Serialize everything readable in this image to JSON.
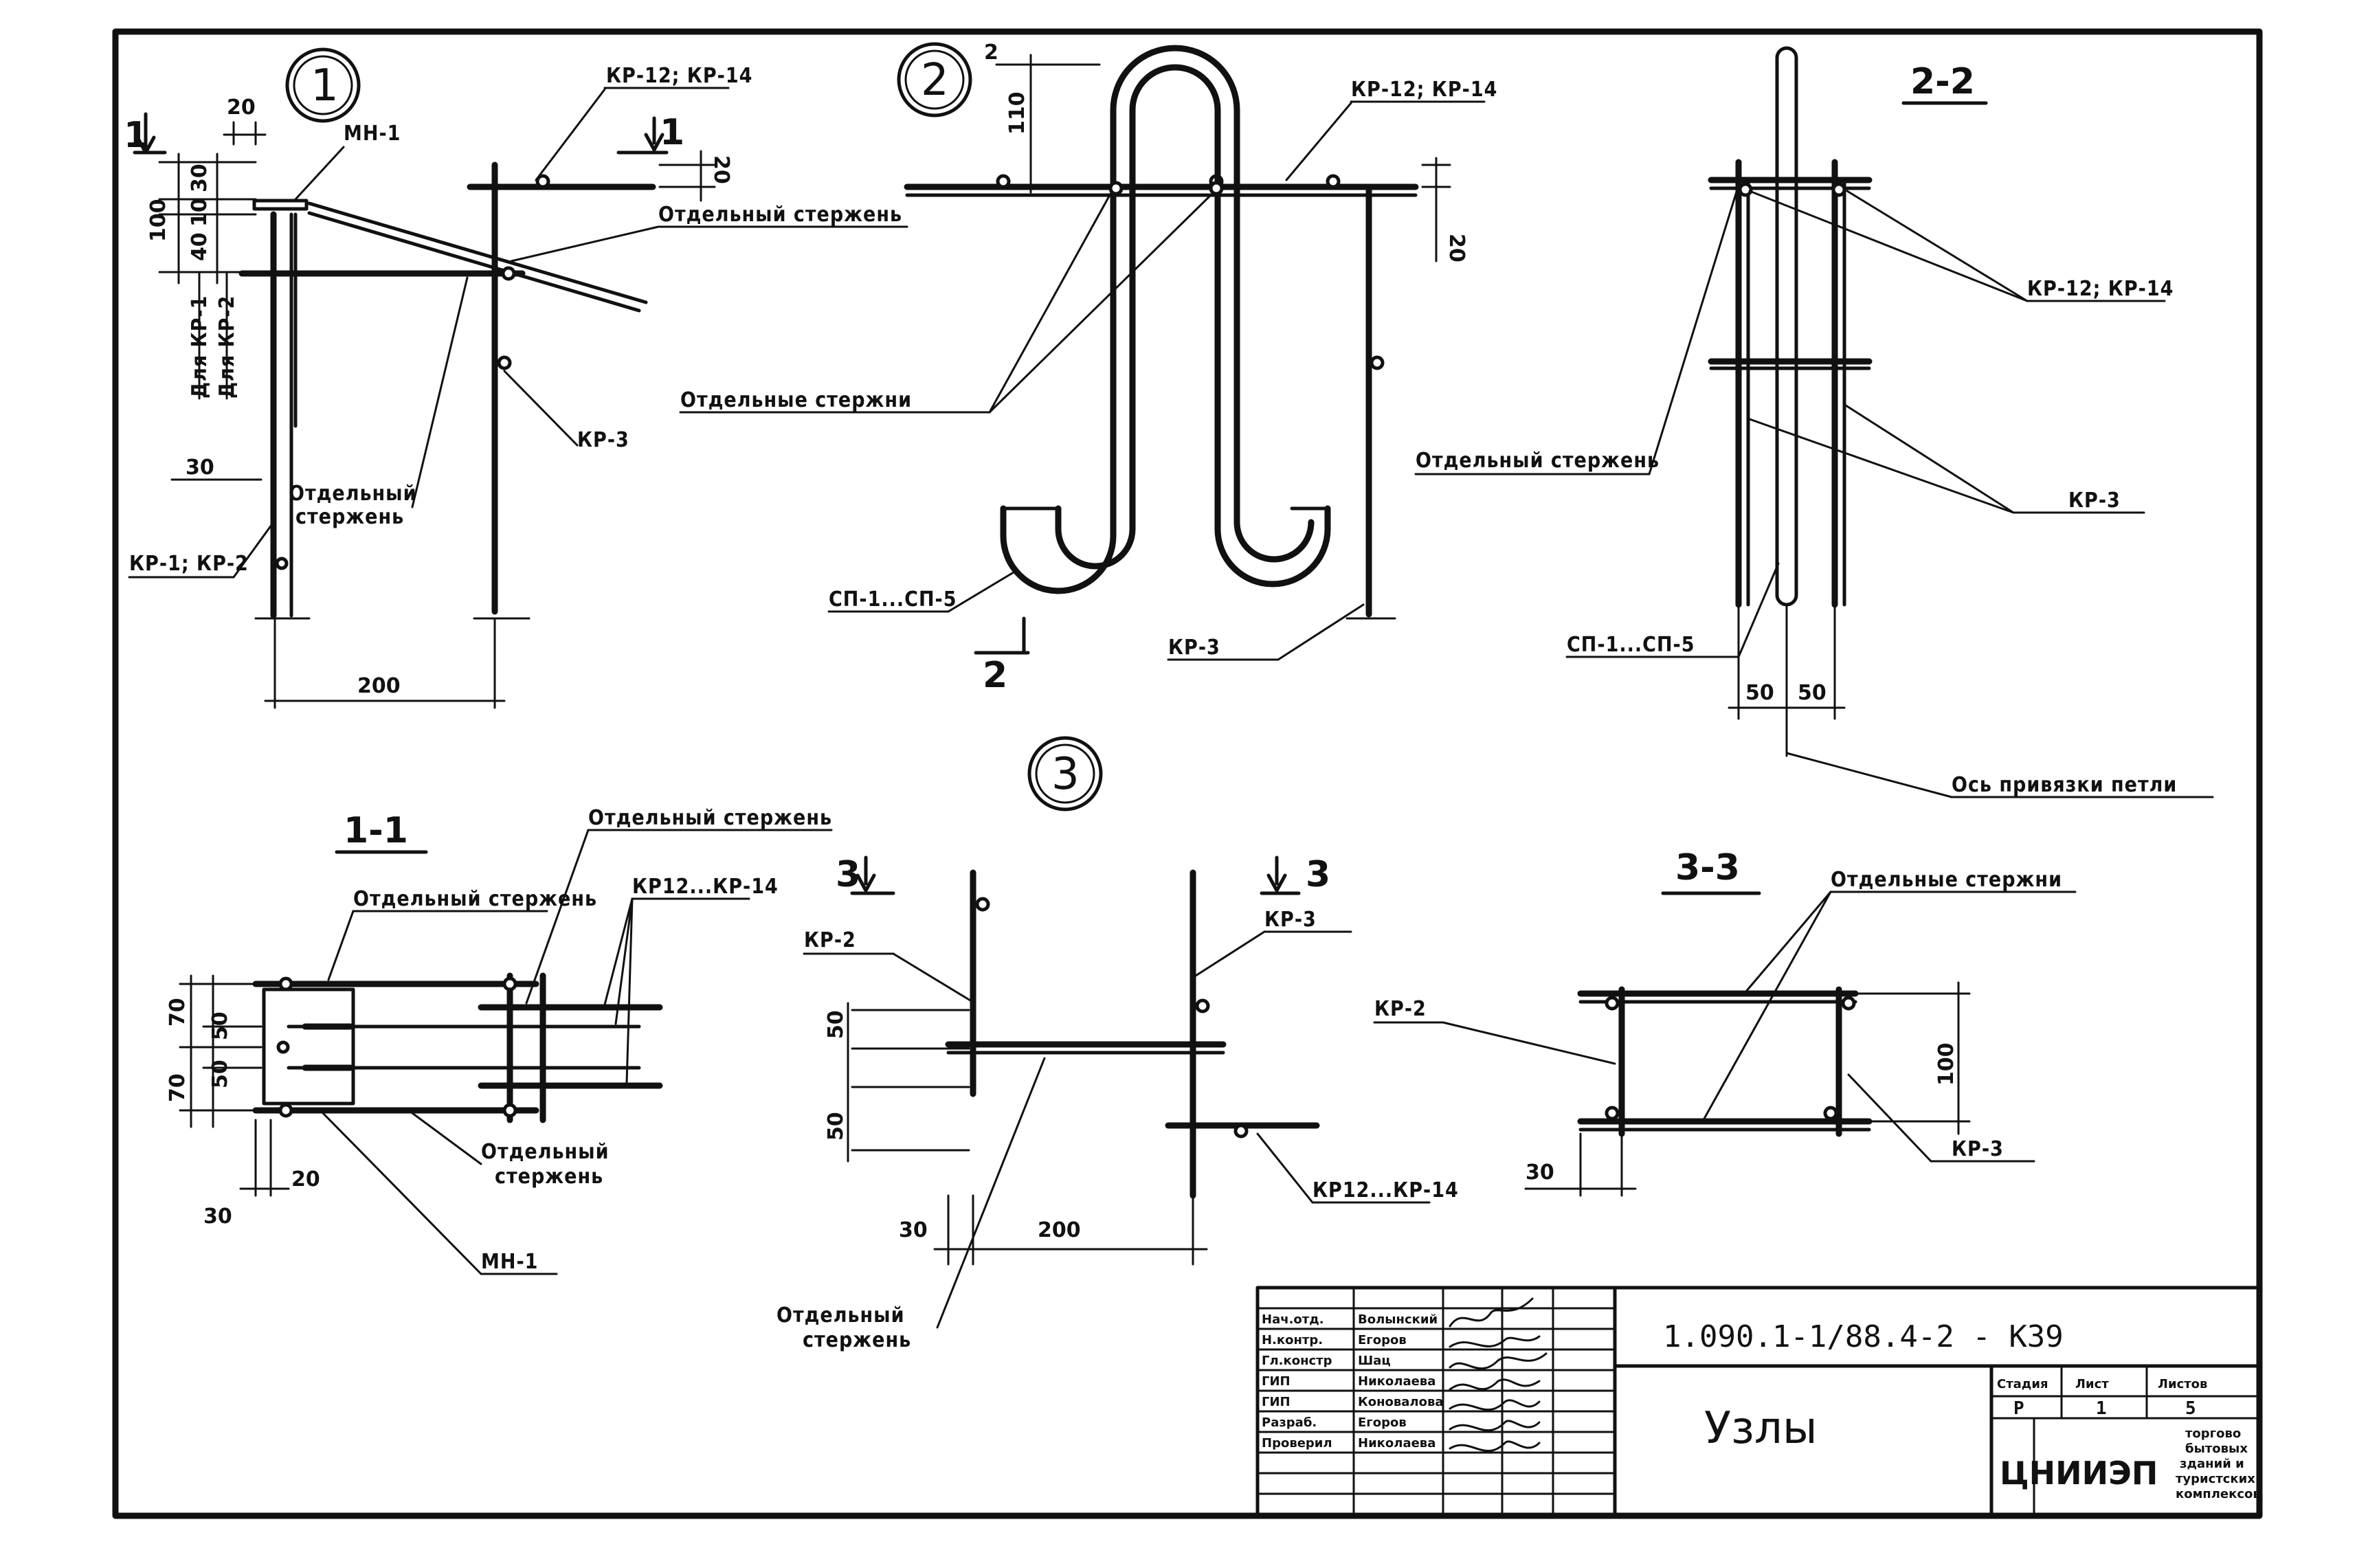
{
  "node1": {
    "marker": "1",
    "labels": {
      "mn1": "МН-1",
      "kr12": "КР-12; КР-14",
      "rod_sep": "Отдельный стержень",
      "rod_sep_b1": "Отдельный",
      "rod_sep_b2": "стержень",
      "kr3": "КР-3",
      "kr1kr2": "КР-1; КР-2",
      "for_kr1": "Для КР-1",
      "for_kr2": "Для КР-2"
    },
    "dims": {
      "d20a": "20",
      "d30": "30",
      "d100": "100",
      "d10": "10",
      "d40": "40",
      "d20b": "20",
      "d30b": "30",
      "d200": "200"
    },
    "section_marks": {
      "left": "1",
      "right": "1"
    }
  },
  "node2": {
    "marker": "2",
    "labels": {
      "kr12": "КР-12; КР-14",
      "rods": "Отдельные стержни",
      "sp": "СП-1...СП-5",
      "kr3": "КР-3"
    },
    "dims": {
      "d2": "2",
      "d110": "110",
      "d20": "20"
    },
    "section_mark": "2"
  },
  "section22": {
    "title": "2-2",
    "labels": {
      "kr12": "КР-12; КР-14",
      "rod": "Отдельный стержень",
      "kr3": "КР-3",
      "sp": "СП-1...СП-5",
      "axis": "Ось привязки петли"
    },
    "dims": {
      "d50a": "50",
      "d50b": "50"
    }
  },
  "node3": {
    "marker": "3",
    "labels": {
      "kr2": "КР-2",
      "kr3": "КР-3",
      "kr12": "КР12...КР-14",
      "rod_b1": "Отдельный",
      "rod_b2": "стержень"
    },
    "dims": {
      "d50a": "50",
      "d50b": "50",
      "d30": "30",
      "d200": "200"
    },
    "section_marks": {
      "left": "3",
      "right": "3"
    }
  },
  "section11": {
    "title": "1-1",
    "labels": {
      "rod_top": "Отдельный стержень",
      "rod_top2": "Отдельный стержень",
      "kr12": "КР12...КР-14",
      "rod_b1": "Отдельный",
      "rod_b2": "стержень",
      "mn1": "МН-1"
    },
    "dims": {
      "d70a": "70",
      "d50a": "50",
      "d70b": "70",
      "d50b": "50",
      "d30": "30",
      "d20": "20"
    }
  },
  "section33": {
    "title": "3-3",
    "labels": {
      "rods": "Отдельные стержни",
      "kr2": "КР-2",
      "kr3": "КР-3"
    },
    "dims": {
      "d100": "100",
      "d30": "30"
    }
  },
  "title_block": {
    "rows": [
      {
        "role": "Нач.отд.",
        "name": "Волынский"
      },
      {
        "role": "Н.контр.",
        "name": "Егоров"
      },
      {
        "role": "Гл.констр",
        "name": "Шац"
      },
      {
        "role": "ГИП",
        "name": "Николаева"
      },
      {
        "role": "ГИП",
        "name": "Коновалова"
      },
      {
        "role": "Разраб.",
        "name": "Егоров"
      },
      {
        "role": "Проверил",
        "name": "Николаева"
      }
    ],
    "code": "1.090.1-1/88.4-2 - К39",
    "sheet_title": "Узлы",
    "stage_h": "Стадия",
    "sheet_h": "Лист",
    "sheets_h": "Листов",
    "stage": "Р",
    "sheet": "1",
    "sheets": "5",
    "org": "ЦНИИЭП",
    "org_sub": [
      "торгово",
      "бытовых",
      "зданий и",
      "туристских",
      "комплексов"
    ]
  }
}
